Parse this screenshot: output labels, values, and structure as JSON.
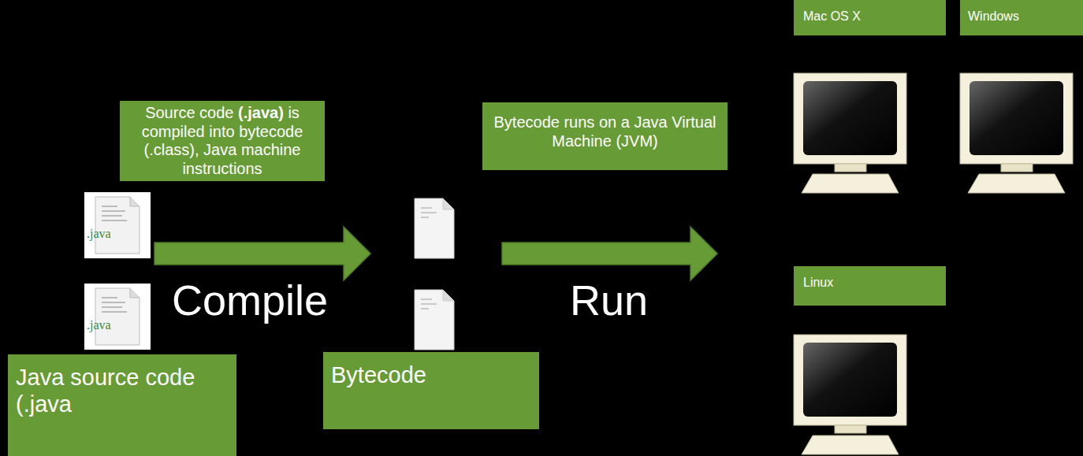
{
  "diagram": {
    "nodes": [
      {
        "text": [
          "Mac OS X"
        ]
      },
      {
        "text": [
          "Windows"
        ]
      },
      {
        "text": [
          "Source code (.java) is compiled into bytecode (.class), Java machine instructions"
        ]
      },
      {
        "text": [
          "Bytecode runs on a Java Virtual Machine (JVM)"
        ]
      },
      {
        "text": [
          "Linux"
        ]
      },
      {
        "text": [
          "Java source code (.java"
        ]
      },
      {
        "text": [
          "Bytecode"
        ]
      }
    ],
    "labels": [
      ".java",
      ".java",
      "Compile",
      "Run"
    ]
  }
}
